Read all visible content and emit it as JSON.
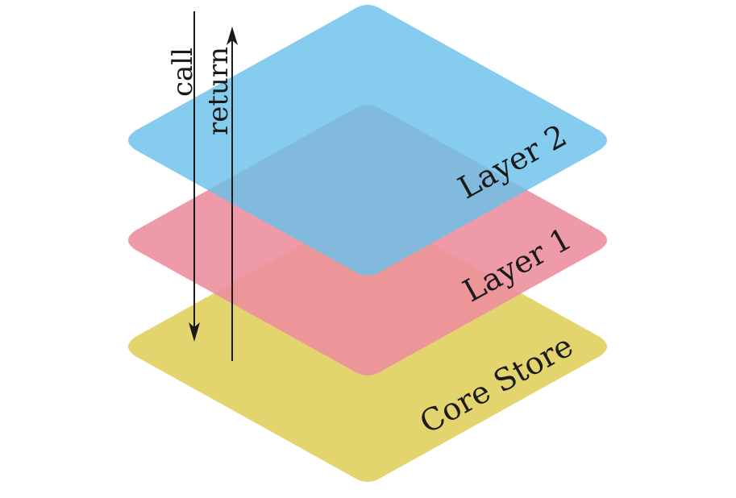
{
  "layers": [
    {
      "id": "core-store",
      "label": "Core Store",
      "color": "#e3d46d"
    },
    {
      "id": "layer-1",
      "label": "Layer 1",
      "color": "#ec8f9e"
    },
    {
      "id": "layer-2",
      "label": "Layer 2",
      "color": "#6ac1ea"
    }
  ],
  "arrows": {
    "call": {
      "label": "call"
    },
    "return": {
      "label": "return"
    }
  }
}
